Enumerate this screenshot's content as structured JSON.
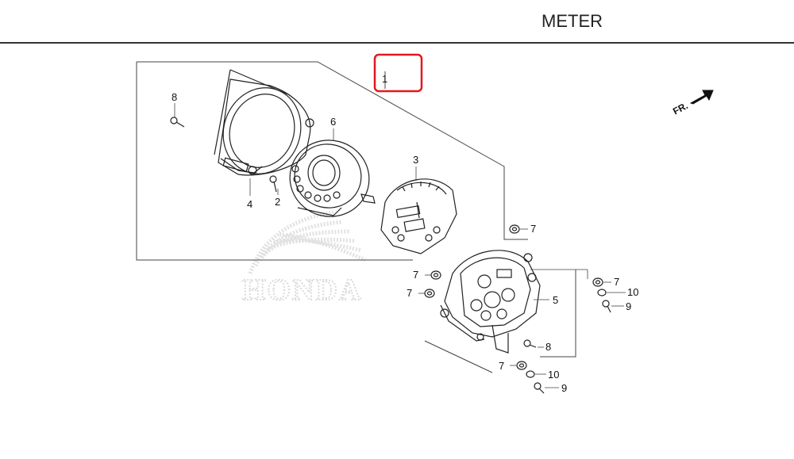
{
  "header": {
    "title": "METER"
  },
  "watermark": {
    "brand_text": "HONDA"
  },
  "direction_marker": {
    "label": "FR."
  },
  "highlight": {
    "part": "1",
    "color": "#e0191f"
  },
  "callouts": {
    "c1": "1",
    "c2": "2",
    "c3": "3",
    "c4": "4",
    "c5": "5",
    "c6": "6",
    "c7a": "7",
    "c7b": "7",
    "c7c": "7",
    "c7d": "7",
    "c7e": "7",
    "c8a": "8",
    "c8b": "8",
    "c9a": "9",
    "c9b": "9",
    "c10a": "10",
    "c10b": "10"
  }
}
